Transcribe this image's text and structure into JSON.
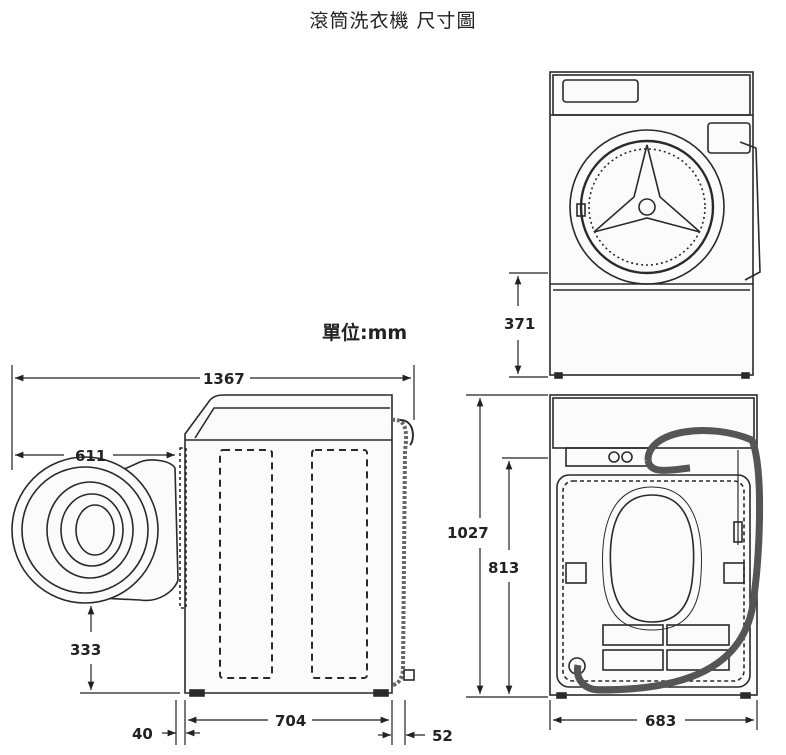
{
  "title": "滾筒洗衣機 尺寸圖",
  "unit_label": "單位:mm",
  "dimensions": {
    "side_total_depth": "1367",
    "door_swing": "611",
    "door_center_height": "333",
    "bottom_left_offset": "40",
    "base_depth": "704",
    "bottom_right_offset": "52",
    "base_height": "371",
    "total_height": "1027",
    "hose_height": "813",
    "width": "683"
  },
  "colors": {
    "line": "#2a2a2a",
    "panel": "#f3f3f3"
  }
}
